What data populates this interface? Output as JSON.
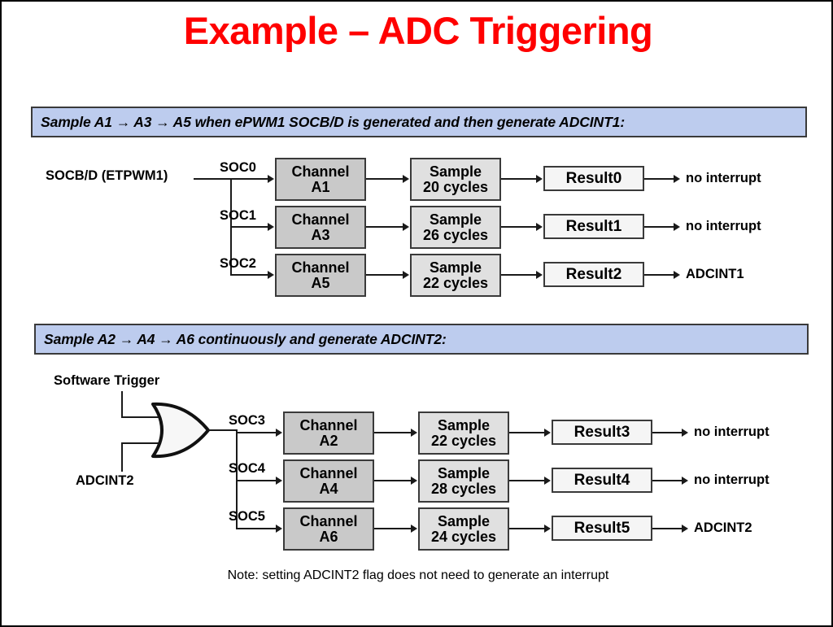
{
  "title": "Example – ADC Triggering",
  "section1": {
    "banner": "Sample A1  → A3  → A5 when ePWM1 SOCB/D is generated and then generate ADCINT1:",
    "trigger_label": "SOCB/D (ETPWM1)",
    "rows": [
      {
        "soc": "SOC0",
        "channel_l1": "Channel",
        "channel_l2": "A1",
        "sample_l1": "Sample",
        "sample_l2": "20 cycles",
        "result": "Result0",
        "interrupt": "no interrupt"
      },
      {
        "soc": "SOC1",
        "channel_l1": "Channel",
        "channel_l2": "A3",
        "sample_l1": "Sample",
        "sample_l2": "26 cycles",
        "result": "Result1",
        "interrupt": "no interrupt"
      },
      {
        "soc": "SOC2",
        "channel_l1": "Channel",
        "channel_l2": "A5",
        "sample_l1": "Sample",
        "sample_l2": "22 cycles",
        "result": "Result2",
        "interrupt": "ADCINT1"
      }
    ]
  },
  "section2": {
    "banner": "Sample A2  → A4  → A6 continuously and generate ADCINT2:",
    "or_gate_input_top": "Software Trigger",
    "or_gate_input_bottom": "ADCINT2",
    "rows": [
      {
        "soc": "SOC3",
        "channel_l1": "Channel",
        "channel_l2": "A2",
        "sample_l1": "Sample",
        "sample_l2": "22 cycles",
        "result": "Result3",
        "interrupt": "no interrupt"
      },
      {
        "soc": "SOC4",
        "channel_l1": "Channel",
        "channel_l2": "A4",
        "sample_l1": "Sample",
        "sample_l2": "28 cycles",
        "result": "Result4",
        "interrupt": "no interrupt"
      },
      {
        "soc": "SOC5",
        "channel_l1": "Channel",
        "channel_l2": "A6",
        "sample_l1": "Sample",
        "sample_l2": "24 cycles",
        "result": "Result5",
        "interrupt": "ADCINT2"
      }
    ]
  },
  "note": "Note: setting ADCINT2 flag does not need to generate an interrupt",
  "colors": {
    "title": "#FF0000",
    "banner_fill": "#BDCCEE",
    "channel_fill": "#C9C9C9",
    "sample_fill": "#E0E0E0",
    "result_fill": "#F5F5F5",
    "line": "#1a1a1a"
  }
}
